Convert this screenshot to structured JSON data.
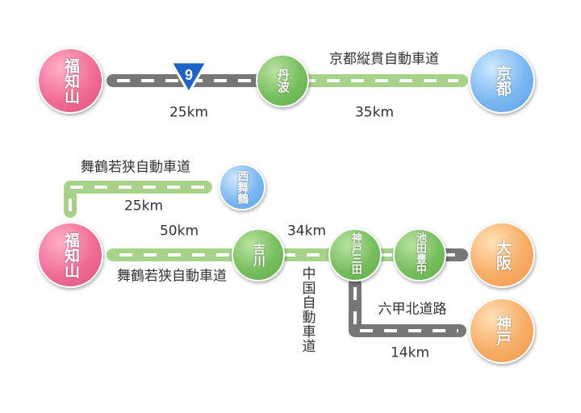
{
  "routes": {
    "kyoto_jukan": "京都縦貫自動車道",
    "maizuru_wakasa_upper": "舞鶴若狭自動車道",
    "maizuru_wakasa_lower": "舞鶴若狭自動車道",
    "chugoku": "中国自動車道",
    "rokko_kita": "六甲北道路",
    "national_route_number": "9"
  },
  "distances": {
    "fukuchiyama_tamba": "25km",
    "tamba_kyoto": "35km",
    "fukuchiyama_maizuru_branch": "25km",
    "fukuchiyama_yokawa": "50km",
    "yokawa_kobesanda": "34km",
    "kobesanda_kobe": "14km"
  },
  "places": {
    "fukuchiyama_top": "福知山",
    "tamba": "丹波",
    "kyoto": "京都",
    "nishimaizuru": "西舞鶴",
    "fukuchiyama_bottom": "福知山",
    "yokawa": "吉川",
    "kobesanda": "神戸三田",
    "ikeda_toyonaka": "池田豊中",
    "osaka": "大阪",
    "kobe": "神戸"
  },
  "colors": {
    "gray_road": "#777777",
    "green_road": "#a6d28a",
    "dash": "#ffffff",
    "pink_node": "#f06d95",
    "blue_node": "#7ab8f2",
    "orange_node": "#f7ad66",
    "green_node": "#77bf5e",
    "route_sign": "#1e64c8"
  }
}
